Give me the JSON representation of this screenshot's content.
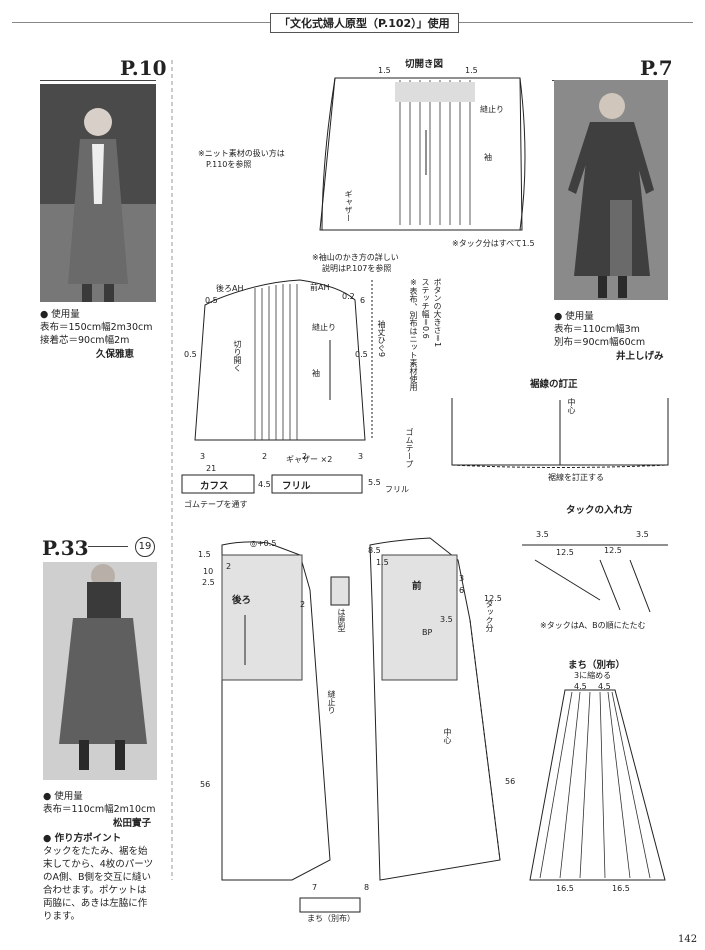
{
  "header": {
    "title": "「文化式婦人原型（P.102）」使用"
  },
  "page_number": "142",
  "p10": {
    "label": "P.10",
    "usage_title": "● 使用量",
    "line1": "表布＝150cm幅2m30cm",
    "line2": "接着芯＝90cm幅2m",
    "designer": "久保雅恵"
  },
  "p7": {
    "label": "P.7",
    "usage_title": "● 使用量",
    "line1": "表布＝110cm幅3m",
    "line2": "別布＝90cm幅60cm",
    "designer": "井上しげみ"
  },
  "p33": {
    "label": "P.33",
    "circle": "19",
    "usage_title": "● 使用量",
    "line1": "表布＝110cm幅2m10cm",
    "designer": "松田實子",
    "tips_title": "● 作り方ポイント",
    "tips": [
      "タックをたたみ、裾を始",
      "末してから、4枚のパーツ",
      "のA側、B側を交互に縫い",
      "合わせます。ポケットは",
      "両脇に、あきは左脇に作",
      "ります。"
    ]
  },
  "diagram": {
    "kiraki_title": "切開き図",
    "knit_note_1": "※ニット素材の扱い方は",
    "knit_note_2": "P.110を参照",
    "nuidomari": "縫止り",
    "sode": "袖",
    "gather": "ギャザー",
    "tuck_note": "※タック分はすべて1.5",
    "sodeyama_note_1": "※袖山のかき方の詳しい",
    "sodeyama_note_2": "説明はP.107を参照",
    "button_note": "ボタンの大きさ＝1",
    "stitch_note": "ステッチ幅＝0.6",
    "knit_use_note": "※表布、別布はニット素材使用",
    "ushiro_ah": "後ろAH",
    "mae_ah": "前AH",
    "kirihiraku": "切り開く",
    "sodetake": "袖丈ひぐ9",
    "rubber_tape": "ゴムテープ",
    "cuffs": "カフス",
    "frill": "フリル",
    "rubber_through": "ゴムテープを通す",
    "gather_x2": "ギャザー ×2",
    "susosen_title": "裾線の訂正",
    "susosen_note": "裾線を訂正する",
    "chushin": "中心",
    "tuck_title": "タックの入れ方",
    "tuck_fold_note": "※タックはA、Bの順にたたむ",
    "machi_title": "まち（別布）",
    "machi_gather": "3に縮める",
    "machi_bottom": "まち（別布）",
    "ushiro": "後ろ",
    "mae": "前",
    "genkei": "は原型",
    "tuck_bun": "タック分",
    "bp": "BP",
    "nums": {
      "n1_5": "1.5",
      "n0_5": "0.5",
      "n0_2": "0.2",
      "n6": "6",
      "n3": "3",
      "n2": "2",
      "n4_5": "4.5",
      "n21": "21",
      "n5_5": "5.5",
      "n12_5": "12.5",
      "n3_5": "3.5",
      "n56": "56",
      "n7": "7",
      "n8": "8",
      "n8_5": "8.5",
      "n16_5": "16.5",
      "n10": "10",
      "n2_5": "2.5",
      "n0_5p": "◎+0.5"
    }
  }
}
